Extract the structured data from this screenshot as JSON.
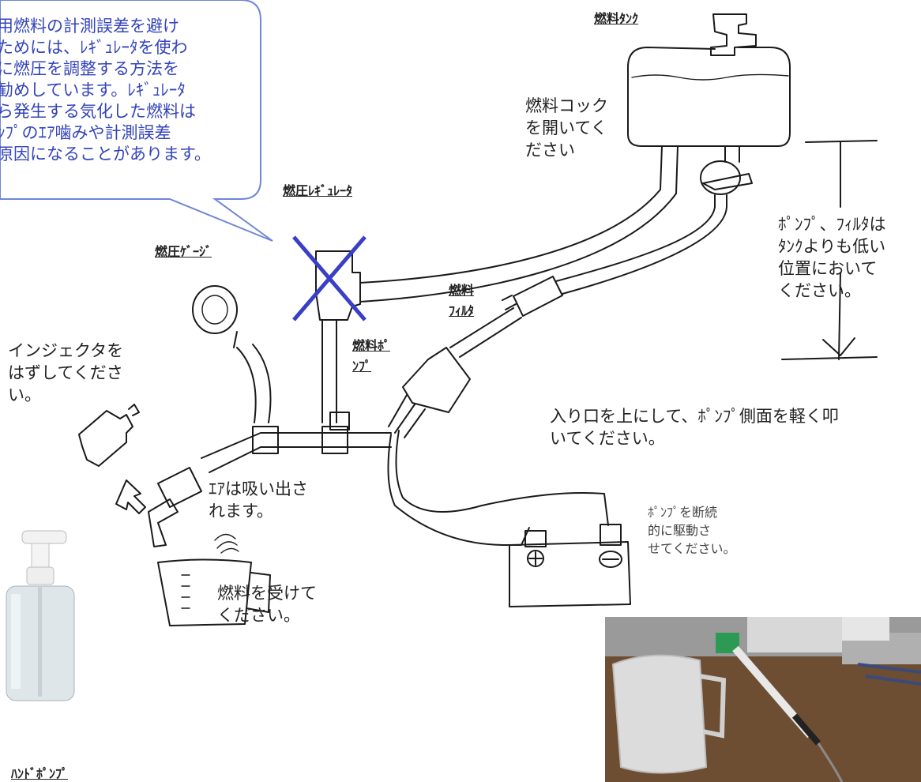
{
  "bubble": {
    "lines": [
      "用燃料の計測誤差を避け",
      "ためには、ﾚｷﾞｭﾚｰﾀを使わ",
      "に燃圧を調整する方法を",
      "勧めしています。ﾚｷﾞｭﾚｰﾀ",
      "ら発生する気化した燃料は",
      "ﾝﾌﾟのｴｱ噛みや計測誤差",
      "原因になることがあります。"
    ]
  },
  "labels": {
    "fuel_tank": "燃料ﾀﾝｸ",
    "fuel_cock": [
      "燃料コック",
      "を開いてく",
      "ださい"
    ],
    "regulator": "燃圧ﾚｷﾞｭﾚｰﾀ",
    "gauge": "燃圧ｹﾞｰｼﾞ",
    "fuel_pump": [
      "燃料ﾎﾟ",
      "ﾝﾌﾟ"
    ],
    "fuel_filter": [
      "燃料",
      "ﾌｨﾙﾀ"
    ],
    "pump_filter_position": [
      "ﾎﾟﾝﾌﾟ、ﾌｨﾙﾀは",
      "ﾀﾝｸよりも低い",
      "位置において",
      "ください。"
    ],
    "injector": [
      "インジェクタを",
      "はずしてくださ",
      "い。"
    ],
    "tap_pump": [
      "入り口を上にして、ﾎﾟﾝﾌﾟ側面を軽く叩",
      "いてください。"
    ],
    "air_out": [
      "ｴｱは吸い出さ",
      "れます。"
    ],
    "intermittent": [
      "ﾎﾟﾝﾌﾟを断続",
      "的に駆動さ",
      "せてください。"
    ],
    "receive_fuel": [
      "燃料を受けて",
      "ください。"
    ],
    "hand_pump": "ﾊﾝﾄﾞﾎﾟﾝﾌﾟ"
  },
  "colors": {
    "bubble_text": "#3344bb",
    "bubble_border": "#6f86d8",
    "cross": "#3a3fc6"
  },
  "icons": {
    "regulator_cross": "x-mark-icon",
    "battery_plus": "plus-icon",
    "battery_minus": "minus-icon",
    "flow_arrow": "arrow-icon"
  }
}
